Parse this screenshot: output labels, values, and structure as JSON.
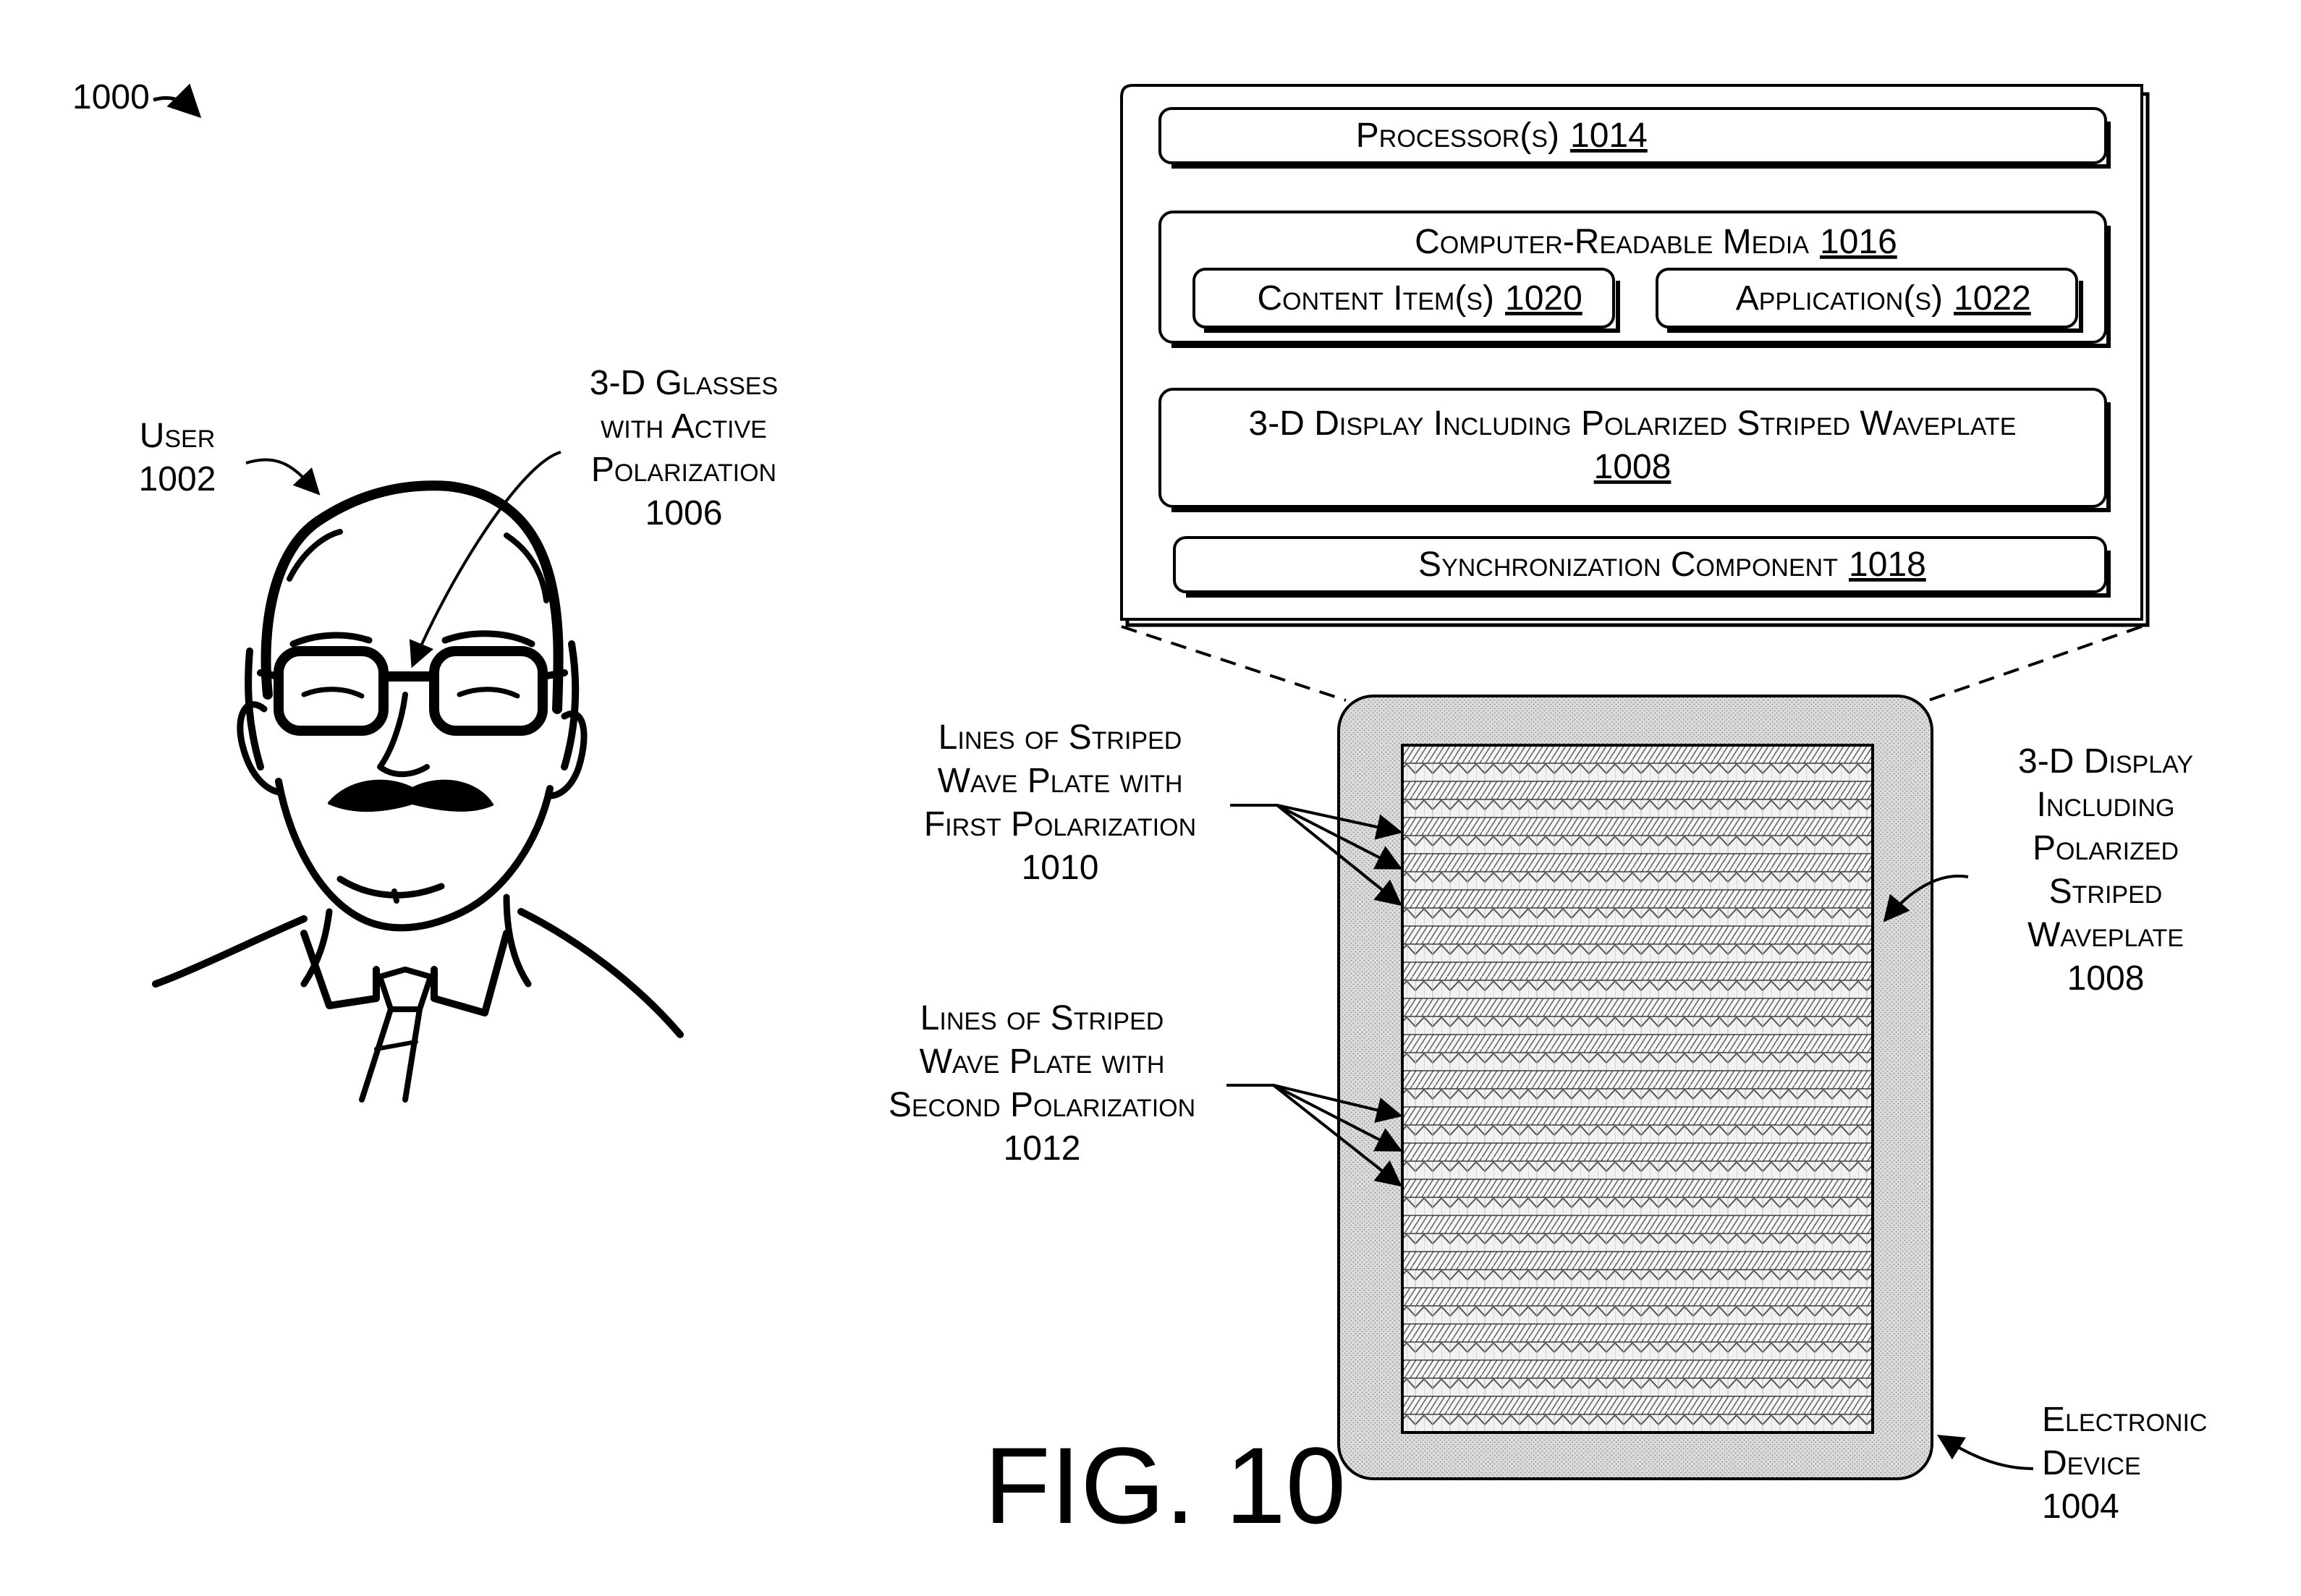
{
  "figure": {
    "ref_number": "1000",
    "caption": "FIG. 10"
  },
  "user": {
    "label": "User",
    "number": "1002"
  },
  "glasses": {
    "line1": "3-D Glasses",
    "line2": "with Active",
    "line3": "Polarization",
    "number": "1006"
  },
  "system_box": {
    "processor": {
      "label": "Processor(s)",
      "number": "1014"
    },
    "media": {
      "label": "Computer-Readable Media",
      "number": "1016",
      "content_items": {
        "label": "Content Item(s)",
        "number": "1020"
      },
      "applications": {
        "label": "Application(s)",
        "number": "1022"
      }
    },
    "display": {
      "label": "3-D Display Including Polarized Striped Waveplate",
      "number": "1008"
    },
    "sync": {
      "label": "Synchronization Component",
      "number": "1018"
    }
  },
  "first_polarization": {
    "line1": "Lines of Striped",
    "line2": "Wave Plate with",
    "line3": "First Polarization",
    "number": "1010"
  },
  "second_polarization": {
    "line1": "Lines of Striped",
    "line2": "Wave Plate with",
    "line3": "Second Polarization",
    "number": "1012"
  },
  "display_label": {
    "line1": "3-D Display",
    "line2": "Including",
    "line3": "Polarized",
    "line4": "Striped",
    "line5": "Waveplate",
    "number": "1008"
  },
  "device": {
    "line1": "Electronic",
    "line2": "Device",
    "number": "1004"
  }
}
